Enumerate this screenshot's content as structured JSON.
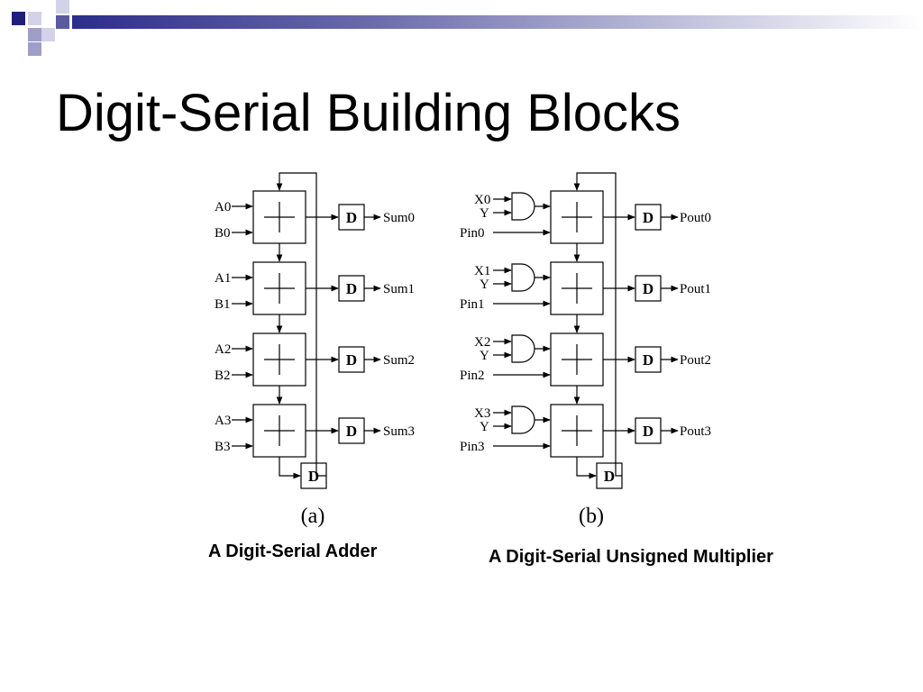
{
  "slide": {
    "title": "Digit-Serial Building Blocks",
    "accent_color": "#2c2c8c"
  },
  "adder": {
    "inputs_a": [
      "A0",
      "A1",
      "A2",
      "A3"
    ],
    "inputs_b": [
      "B0",
      "B1",
      "B2",
      "B3"
    ],
    "outputs": [
      "Sum0",
      "Sum1",
      "Sum2",
      "Sum3"
    ],
    "delay_label": "D",
    "figure_label": "(a)",
    "caption": "A Digit-Serial Adder"
  },
  "multiplier": {
    "inputs_x": [
      "X0",
      "X1",
      "X2",
      "X3"
    ],
    "inputs_y": [
      "Y",
      "Y",
      "Y",
      "Y"
    ],
    "inputs_pin": [
      "Pin0",
      "Pin1",
      "Pin2",
      "Pin3"
    ],
    "outputs": [
      "Pout0",
      "Pout1",
      "Pout2",
      "Pout3"
    ],
    "delay_label": "D",
    "figure_label": "(b)",
    "caption": "A Digit-Serial Unsigned Multiplier"
  }
}
